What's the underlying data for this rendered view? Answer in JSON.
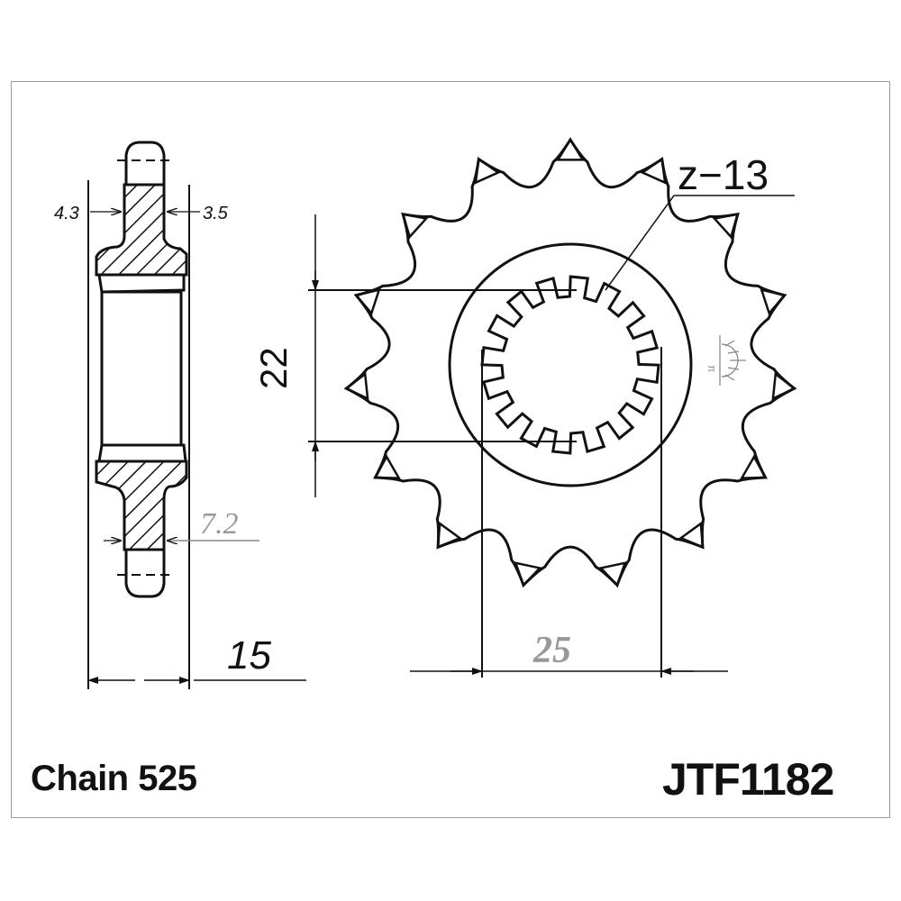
{
  "diagram": {
    "teeth_label": "z−13",
    "teeth_count": 15,
    "spline_count": 16,
    "dim_spline_height": "22",
    "dim_spline_width": "25",
    "dim_total_width": "15",
    "dim_left_offset": "4.3",
    "dim_right_offset": "3.5",
    "dim_tooth_width": "7.2",
    "chain_label": "Chain 525",
    "part_number": "JTF1182"
  }
}
